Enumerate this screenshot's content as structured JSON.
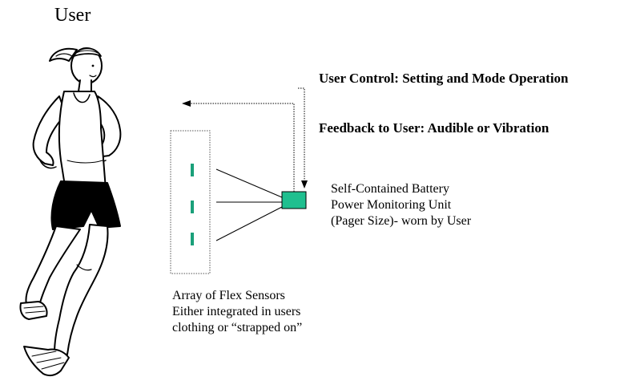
{
  "user_label": "User",
  "control_label": "User Control: Setting and Mode Operation",
  "feedback_label": "Feedback to User: Audible or Vibration",
  "unit_description": [
    "Self-Contained Battery",
    "Power Monitoring Unit",
    "(Pager Size)- worn by User"
  ],
  "sensor_description": [
    "Array of Flex Sensors",
    "Either integrated in users",
    "clothing or “strapped on”"
  ],
  "colors": {
    "monitor_unit": "#1fbf8f",
    "sensor": "#1aa07a"
  },
  "icons": {
    "runner": "running-woman-illustration"
  }
}
